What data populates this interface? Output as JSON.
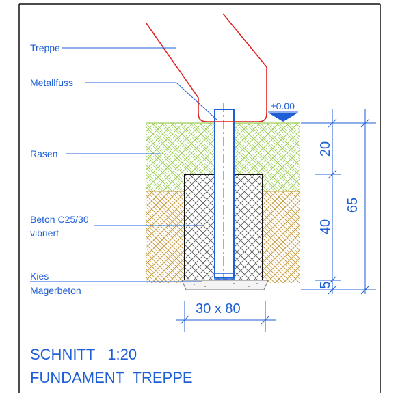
{
  "labels": {
    "treppe": "Treppe",
    "metallfuss": "Metallfuss",
    "rasen": "Rasen",
    "beton_line1": "Beton C25/30",
    "beton_line2": "vibriert",
    "kies": "Kies",
    "magerbeton": "Magerbeton"
  },
  "level_mark": "±0.00",
  "dimensions": {
    "width_text": "30 x 80",
    "seg_top": "20",
    "seg_mid": "40",
    "seg_bottom": "5",
    "total": "65"
  },
  "title": {
    "line1": "SCHNITT   1:20",
    "line2": "FUNDAMENT  TREPPE"
  },
  "colors": {
    "annotation": "#1f5fd6",
    "stair": "#e02020",
    "grass_hatch": "#9fcf5a",
    "soil_hatch": "#c8a046",
    "concrete_hatch": "#555555"
  }
}
